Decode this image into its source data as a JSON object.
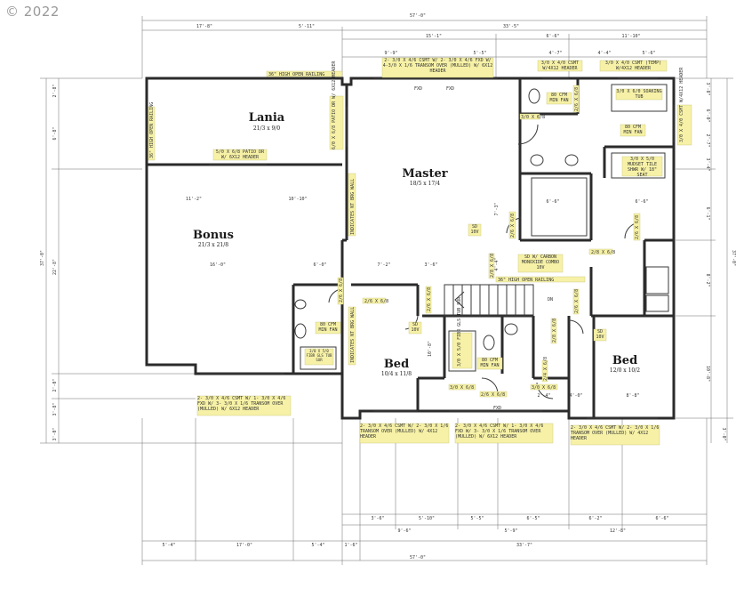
{
  "watermark": {
    "copyright": "© 2022"
  },
  "rooms": [
    {
      "name": "Lania",
      "size": "21/3 x 9/0"
    },
    {
      "name": "Master",
      "size": "18/5 x 17/4"
    },
    {
      "name": "Bonus",
      "size": "21/3 x 21/8"
    },
    {
      "name": "Bed",
      "size": "10/4 x 11/8"
    },
    {
      "name": "Bed",
      "size": "12/0 x 10/2"
    }
  ],
  "dimensions": {
    "top_overall": "57'-0\"",
    "top_row1": [
      "17'-8\"",
      "5'-11\"",
      "33'-5\""
    ],
    "top_row2": [
      "15'-1\"",
      "6'-6\"",
      "11'-10\""
    ],
    "top_row3": [
      "9'-9\"",
      "5'-5\"",
      "4'-7\"",
      "4'-4\"",
      "5'-6\""
    ],
    "bottom_overall": "57'-0\"",
    "bottom_row1": [
      "5'-4\"",
      "17'-0\"",
      "5'-4\"",
      "1'-6\"",
      "33'-7\""
    ],
    "bottom_row2": [
      "9'-6\"",
      "5'-9\"",
      "12'-8\""
    ],
    "bottom_row3": [
      "3'-6\"",
      "5'-10\"",
      "5'-5\"",
      "6'-5\"",
      "6'-2\"",
      "6'-6\""
    ],
    "left_overall": "37'-0\"",
    "left_segments": [
      "2'-8\"",
      "6'-8\"",
      "22'-8\"",
      "2'-0\"",
      "3'-8\"",
      "3'-0\""
    ],
    "right_overall": "37'-0\"",
    "right_segments": [
      "3'-8\"",
      "6'-0\"",
      "2'-7\"",
      "3'-4\"",
      "6'-1\"",
      "8'-2\"",
      "10'-8\"",
      "3'-0\""
    ],
    "interior": [
      "11'-2\"",
      "10'-10\"",
      "16'-0\"",
      "6'-0\"",
      "7'-2\"",
      "3'-6\"",
      "6'-6\"",
      "4'-0\"",
      "2'-4\"",
      "8'-8\"",
      "7'-3\"",
      "6'-6\"",
      "4'-4\"",
      "10'-8\""
    ]
  },
  "notes": {
    "railing_top": "36\" HIGH OPEN RAILING",
    "railing_side": "36\" HIGH OPEN RAILING",
    "railing_stair": "36\" HIGH OPEN RAILING",
    "master_windows": "2- 3/0 X 4/6 CSMT W/ 2- 3/0 X 4/6 FXD W/ 4-3/0 X 1/6 TRANSOM OVER (MULLED) W/ 6X12 HEADER",
    "bath_window": "3/0 X 4/0 CSMT W/4X12 HEADER",
    "bath_window2": "3/0 X 4/0 CSMT (TEMP) W/4X12 HEADER",
    "soaking_tub": "3/0 X 6/0 SOAKING TUB",
    "right_window": "3/0 X 4/0 CSMT W/4X12 HEADER",
    "patio_top": "6/0 X 6/8 PATIO DR W/ 6X12 HEADER",
    "patio_lanai": "5/0 X 6/8 PATIO DR W/ 6X12 HEADER",
    "shower": "3/0 X 5/0 MUDSET TILE SHWR W/ 18\" SEAT",
    "fan_master": "80 CFM MIN FAN",
    "fan_wc": "80 CFM MIN FAN",
    "fan_bonus": "80 CFM MIN FAN",
    "fan_hall": "80 CFM MIN FAN",
    "smoke_master": "SD 10V",
    "smoke_co": "SD W/ CARBON MONOXIDE COMBO 10V",
    "smoke_bed": "SD 10V",
    "smoke_bed2": "SD 10V",
    "brg_wall1": "INDICATES NT BRG WALL",
    "brg_wall2": "INDICATES NT BRG WALL",
    "fibr_tub": "3/0 X 5/0 FIBR GLS TUB SUR",
    "fibr_tub2": "3/0 X 5/0 FIBR GLS TUB SUR",
    "bonus_windows": "2- 3/0 X 4/6 CSMT W/ 1- 3/0 X 4/6 FXD W/ 3- 3/0 X 1/6 TRANSOM OVER (MULLED) W/ 6X12 HEADER",
    "bed_windows1": "2- 3/0 X 4/6 CSMT W/ 2- 3/0 X 1/6 TRANSOM OVER (MULLED) W/ 4X12 HEADER",
    "bed_windows2": "2- 3/0 X 4/6 CSMT W/ 1- 3/0 X 4/6 FXD W/ 3- 3/0 X 1/6 TRANSOM OVER (MULLED) W/ 6X12 HEADER",
    "bed_windows3": "2- 3/0 X 4/6 CSMT W/ 2- 3/0 X 1/6 TRANSOM OVER (MULLED) W/ 4X12 HEADER",
    "fxd1": "FXD",
    "fxd2": "FXD",
    "fxd3": "FXD",
    "down": "DN",
    "doors": [
      "3/0 X 6/8",
      "2/6 X 6/8",
      "2/6 X 6/8",
      "2/6 X 6/8",
      "2/8 X 6/8",
      "2/4 X 6/8",
      "2/6 X 6/8",
      "2/6 X 6/8",
      "3/0 X 6/8",
      "3/0 X 6/8",
      "2/6 X 6/8",
      "2/6 X 6/8",
      "2/8 X 6/8",
      "2/8 X 6/8",
      "2/6 X 6/8"
    ]
  }
}
